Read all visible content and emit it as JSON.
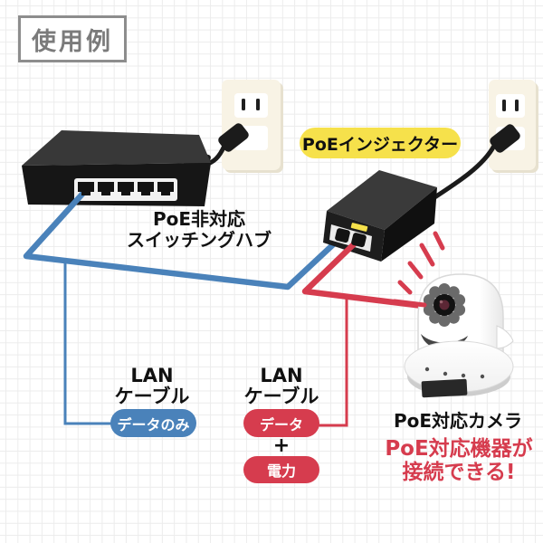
{
  "title_box": {
    "text": "使用例"
  },
  "devices": {
    "hub": {
      "label_line1": "PoE非対応",
      "label_line2": "スイッチングハブ"
    },
    "injector": {
      "label": "PoEインジェクター"
    },
    "camera": {
      "label": "PoE対応カメラ",
      "note_line1": "PoE対応機器が",
      "note_line2": "接続できる!"
    }
  },
  "cables": {
    "data_only": {
      "title_line1": "LAN",
      "title_line2": "ケーブル",
      "badge": "データのみ"
    },
    "data_power": {
      "title_line1": "LAN",
      "title_line2": "ケーブル",
      "badge_data": "データ",
      "plus": "+",
      "badge_power": "電力"
    }
  },
  "colors": {
    "cable_blue": "#4a82ba",
    "cable_red": "#d63c4e",
    "injector_label_yellow": "#f6e14b",
    "device_black": "#1b1b1b",
    "outlet_cream": "#f8f3e5",
    "title_gray": "#7b7b7b",
    "grid_line": "#ececec"
  }
}
